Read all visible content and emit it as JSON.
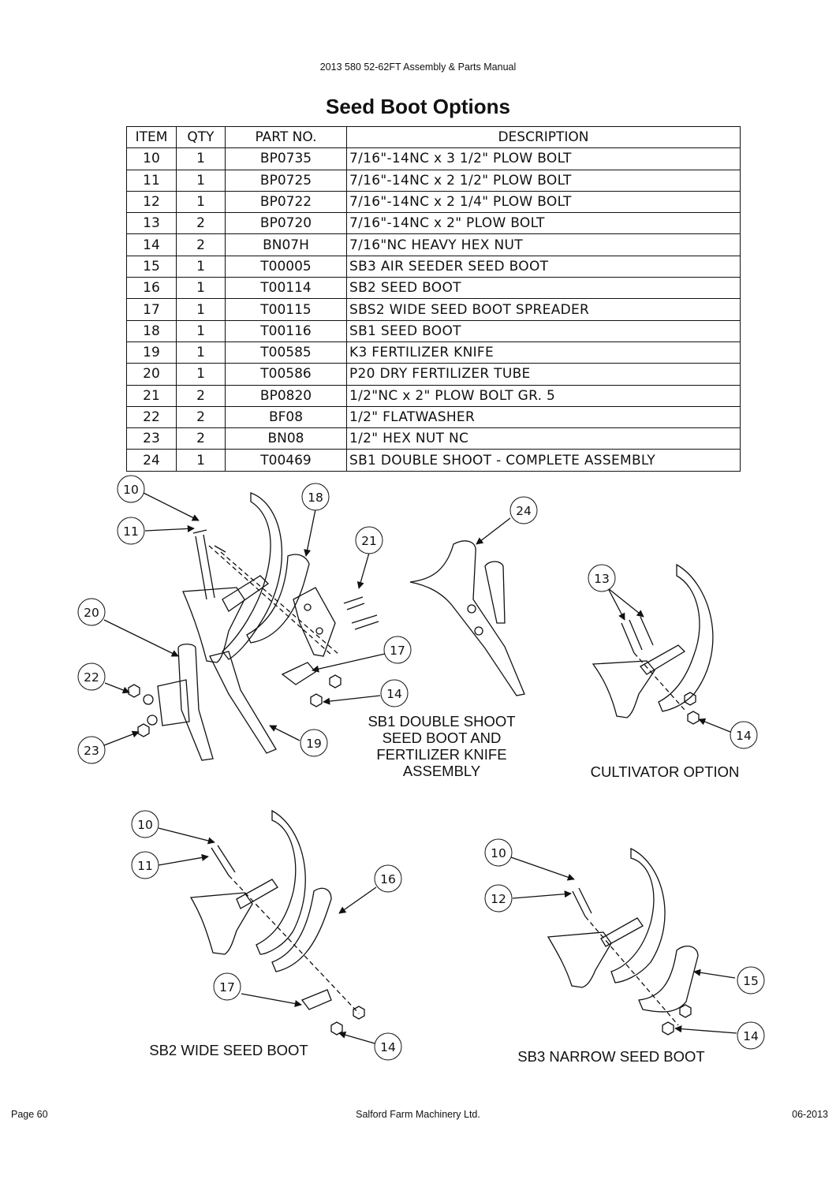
{
  "header": {
    "manual_title": "2013 580 52-62FT Assembly & Parts Manual"
  },
  "page_title": "Seed Boot Options",
  "parts_table": {
    "columns": [
      "ITEM",
      "QTY",
      "PART NO.",
      "DESCRIPTION"
    ],
    "rows": [
      [
        "10",
        "1",
        "BP0735",
        "7/16\"-14NC x 3 1/2\" PLOW BOLT"
      ],
      [
        "11",
        "1",
        "BP0725",
        "7/16\"-14NC x 2 1/2\" PLOW BOLT"
      ],
      [
        "12",
        "1",
        "BP0722",
        "7/16\"-14NC x 2 1/4\" PLOW BOLT"
      ],
      [
        "13",
        "2",
        "BP0720",
        "7/16\"-14NC x 2\" PLOW BOLT"
      ],
      [
        "14",
        "2",
        "BN07H",
        "7/16\"NC HEAVY HEX NUT"
      ],
      [
        "15",
        "1",
        "T00005",
        "SB3 AIR SEEDER SEED BOOT"
      ],
      [
        "16",
        "1",
        "T00114",
        "SB2 SEED BOOT"
      ],
      [
        "17",
        "1",
        "T00115",
        "SBS2 WIDE SEED BOOT SPREADER"
      ],
      [
        "18",
        "1",
        "T00116",
        "SB1 SEED BOOT"
      ],
      [
        "19",
        "1",
        "T00585",
        "K3 FERTILIZER KNIFE"
      ],
      [
        "20",
        "1",
        "T00586",
        "P20 DRY FERTILIZER TUBE"
      ],
      [
        "21",
        "2",
        "BP0820",
        "1/2\"NC x 2\" PLOW BOLT GR. 5"
      ],
      [
        "22",
        "2",
        "BF08",
        "1/2\" FLATWASHER"
      ],
      [
        "23",
        "2",
        "BN08",
        "1/2\" HEX NUT NC"
      ],
      [
        "24",
        "1",
        "T00469",
        "SB1 DOUBLE SHOOT - COMPLETE ASSEMBLY"
      ]
    ]
  },
  "diagrams": {
    "sb1": {
      "caption_lines": [
        "SB1 DOUBLE SHOOT",
        "SEED BOOT AND",
        "FERTILIZER KNIFE",
        "ASSEMBLY"
      ],
      "callouts": [
        "10",
        "11",
        "18",
        "21",
        "20",
        "17",
        "22",
        "14",
        "23",
        "19",
        "24"
      ]
    },
    "cultivator": {
      "caption": "CULTIVATOR OPTION",
      "callouts": [
        "13",
        "14"
      ]
    },
    "sb2": {
      "caption": "SB2 WIDE SEED BOOT",
      "callouts": [
        "10",
        "11",
        "16",
        "17",
        "14"
      ]
    },
    "sb3": {
      "caption": "SB3 NARROW SEED BOOT",
      "callouts": [
        "10",
        "12",
        "15",
        "14"
      ]
    }
  },
  "footer": {
    "page": "Page 60",
    "company": "Salford Farm Machinery Ltd.",
    "date": "06-2013"
  }
}
